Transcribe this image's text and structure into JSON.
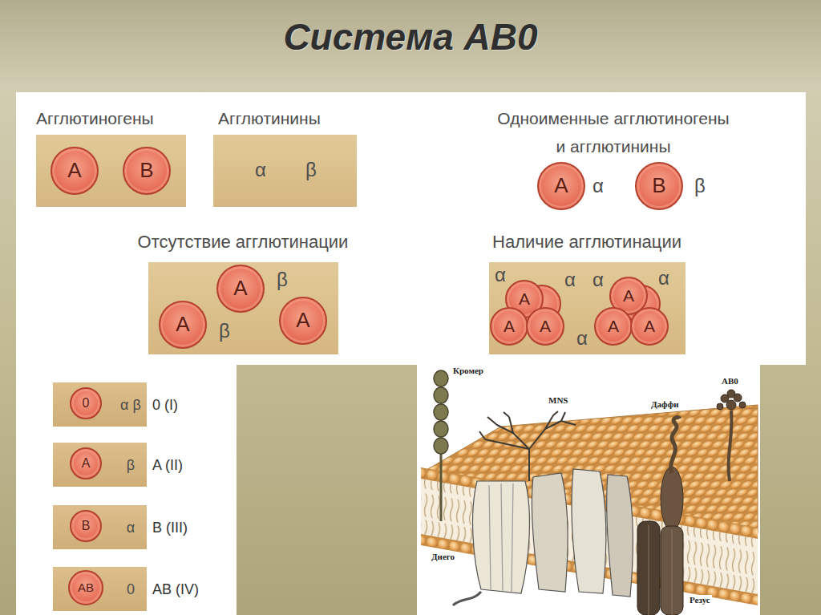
{
  "diagram": {
    "title": "Система АВ0",
    "nodes": [
      {
        "text": [
          "Агглютиногены"
        ]
      },
      {
        "text": [
          "A"
        ],
        "in": 0
      },
      {
        "text": [
          "B"
        ],
        "in": 0
      },
      {
        "text": [
          "Агглютинины",
          "α",
          "β"
        ]
      },
      {
        "text": [
          "A"
        ]
      },
      {
        "text": [
          "B"
        ]
      },
      {
        "text": [
          "Отсутствие агглютинации",
          "β",
          "β"
        ]
      },
      {
        "text": [
          "A"
        ],
        "in": 6
      },
      {
        "text": [
          "A"
        ],
        "in": 6
      },
      {
        "text": [
          "A"
        ],
        "in": 6
      },
      {
        "text": [
          "Наличие агглютинации",
          "α",
          "α",
          "α",
          "α",
          "α"
        ]
      },
      {
        "text": [
          "A"
        ],
        "in": 10
      },
      {
        "text": [
          "A"
        ],
        "in": 10
      },
      {
        "text": [
          "A"
        ],
        "in": 10
      },
      {
        "text": [
          "A"
        ],
        "in": 10
      },
      {
        "text": [
          "A"
        ],
        "in": 10
      },
      {
        "text": [
          "A"
        ],
        "in": 10
      },
      {
        "text": [
          "α β",
          "0 (I)"
        ]
      },
      {
        "text": [
          "0"
        ],
        "in": 17
      },
      {
        "text": [
          "β",
          "A (II)"
        ]
      },
      {
        "text": [
          "A"
        ],
        "in": 19
      },
      {
        "text": [
          "α",
          "B (III)"
        ]
      },
      {
        "text": [
          "B"
        ],
        "in": 21
      },
      {
        "text": [
          "0",
          "AB (IV)"
        ]
      },
      {
        "text": [
          "AB"
        ],
        "in": 23
      }
    ],
    "labels": [
      "Одноименные агглютиногены и агглютинины",
      "α",
      "β",
      "Кромер",
      "MNS",
      "Даффи",
      "AB0",
      "Диего",
      "Резус"
    ]
  }
}
